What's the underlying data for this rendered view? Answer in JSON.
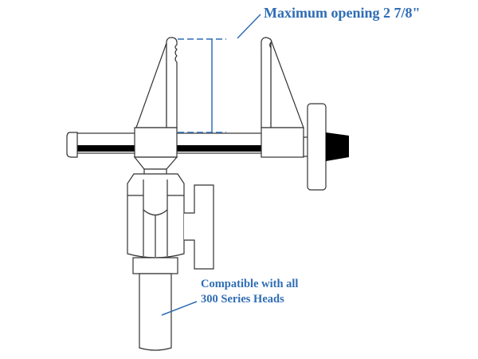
{
  "annotations": {
    "opening": "Maximum opening 2 7/8\"",
    "compat_line1": "Compatible with all",
    "compat_line2": "300 Series Heads"
  },
  "colors": {
    "annotation": "#2f6db5",
    "outline": "#333333"
  }
}
